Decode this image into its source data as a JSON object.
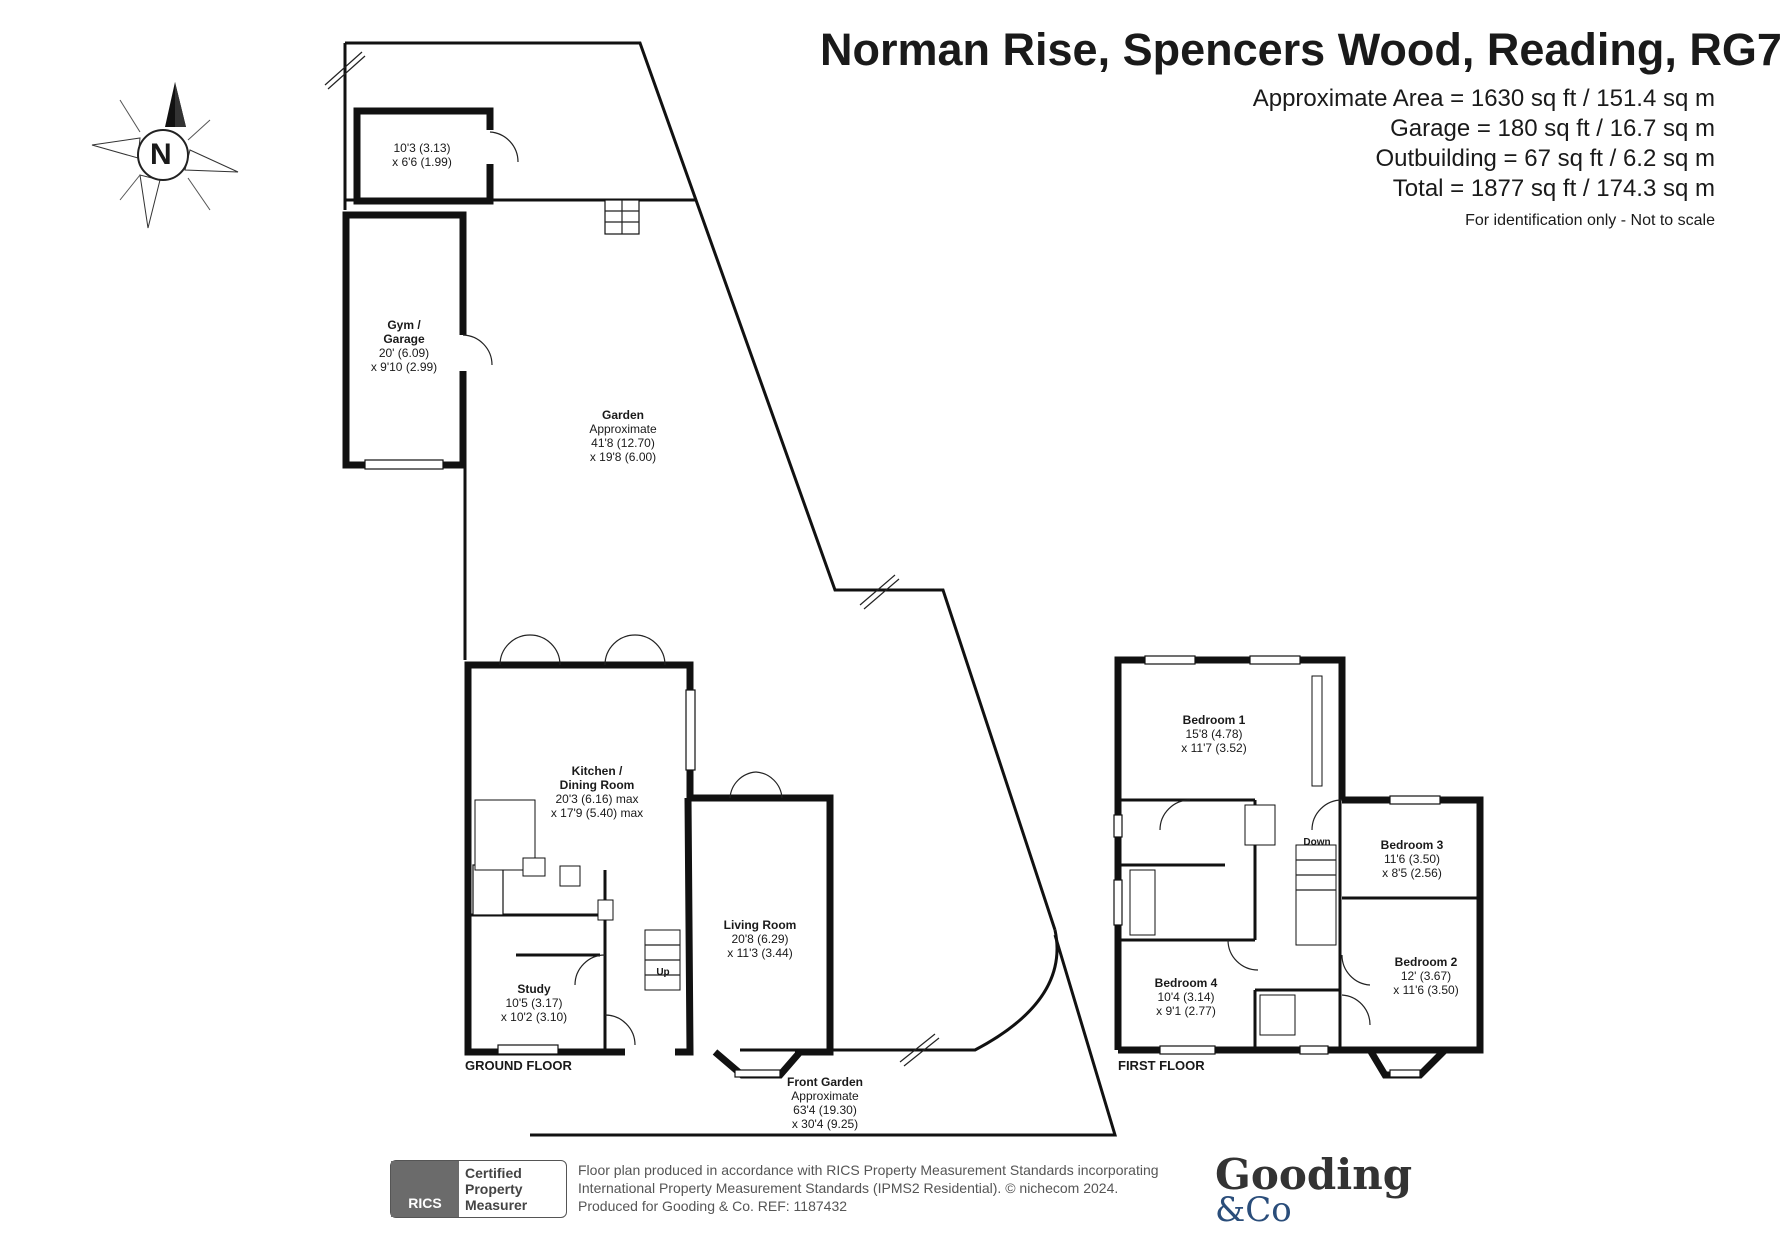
{
  "header": {
    "title": "Norman Rise, Spencers Wood, Reading, RG7",
    "areas": [
      "Approximate Area = 1630 sq ft / 151.4 sq m",
      "Garage = 180 sq ft / 16.7 sq m",
      "Outbuilding = 67 sq ft / 6.2 sq m",
      "Total = 1877 sq ft / 174.3 sq m"
    ],
    "disclaimer": "For identification only - Not to scale"
  },
  "compass": {
    "letter": "N",
    "icon": "compass-rose-icon"
  },
  "rooms": {
    "outbuilding": {
      "l1": "10'3 (3.13)",
      "l2": "x 6'6 (1.99)"
    },
    "gym": {
      "name1": "Gym /",
      "name2": "Garage",
      "l1": "20' (6.09)",
      "l2": "x 9'10 (2.99)"
    },
    "garden": {
      "name": "Garden",
      "l0": "Approximate",
      "l1": "41'8 (12.70)",
      "l2": "x 19'8 (6.00)"
    },
    "kitchen": {
      "name1": "Kitchen /",
      "name2": "Dining Room",
      "l1": "20'3 (6.16) max",
      "l2": "x 17'9 (5.40) max"
    },
    "living": {
      "name": "Living Room",
      "l1": "20'8 (6.29)",
      "l2": "x 11'3 (3.44)"
    },
    "study": {
      "name": "Study",
      "l1": "10'5 (3.17)",
      "l2": "x 10'2 (3.10)"
    },
    "front_garden": {
      "name": "Front Garden",
      "l0": "Approximate",
      "l1": "63'4 (19.30)",
      "l2": "x 30'4 (9.25)"
    },
    "bed1": {
      "name": "Bedroom 1",
      "l1": "15'8 (4.78)",
      "l2": "x 11'7 (3.52)"
    },
    "bed2": {
      "name": "Bedroom 2",
      "l1": "12' (3.67)",
      "l2": "x 11'6 (3.50)"
    },
    "bed3": {
      "name": "Bedroom 3",
      "l1": "11'6 (3.50)",
      "l2": "x 8'5 (2.56)"
    },
    "bed4": {
      "name": "Bedroom 4",
      "l1": "10'4 (3.14)",
      "l2": "x 9'1 (2.77)"
    }
  },
  "stair_labels": {
    "up": "Up",
    "down": "Down"
  },
  "floors": {
    "ground": "GROUND FLOOR",
    "first": "FIRST FLOOR"
  },
  "footer": {
    "rics_logo": "RICS",
    "rics_cert": [
      "Certified",
      "Property",
      "Measurer"
    ],
    "note": [
      "Floor plan produced in accordance with RICS Property Measurement Standards incorporating",
      "International Property Measurement Standards (IPMS2 Residential).  © nichecom 2024.",
      "Produced for Gooding & Co.   REF:  1187432"
    ],
    "brand_top": "Gooding",
    "brand_bottom": "&Co"
  }
}
